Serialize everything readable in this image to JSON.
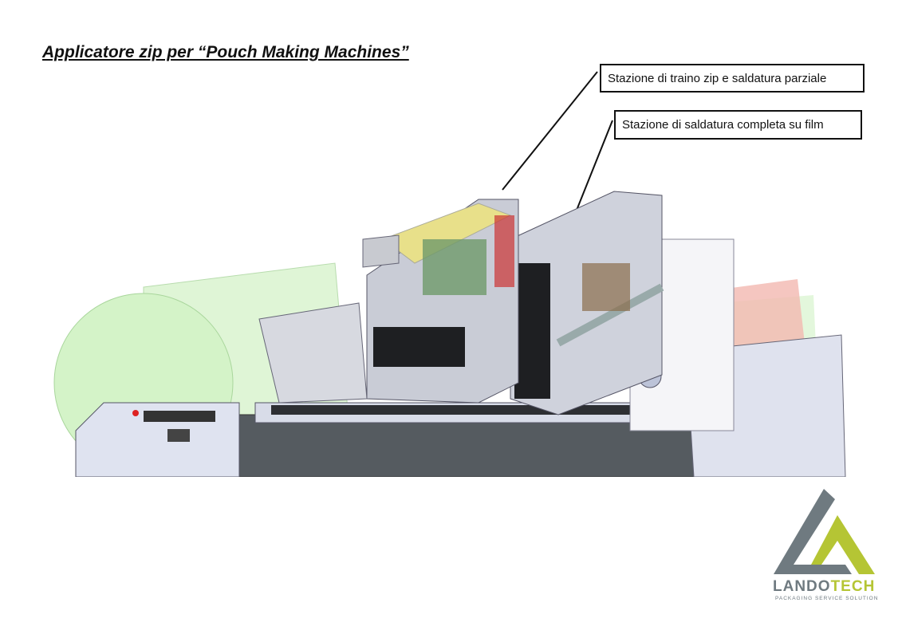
{
  "document": {
    "title": "Applicatore zip per “Pouch Making Machines”",
    "callouts": [
      {
        "label": "Stazione di traino zip e saldatura parziale"
      },
      {
        "label": "Stazione di saldatura completa su film"
      }
    ],
    "logo": {
      "brand_part1": "LANDO",
      "brand_part2": "TECH",
      "tagline": "PACKAGING SERVICE SOLUTION",
      "colors": {
        "gray": "#6f7a80",
        "green": "#b5c534"
      }
    }
  }
}
